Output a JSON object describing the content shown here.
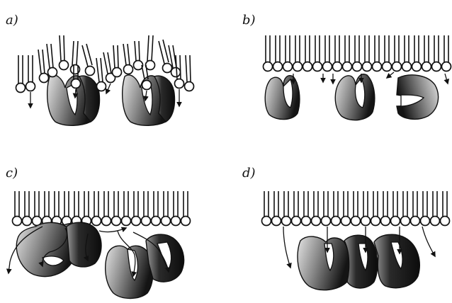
{
  "panels": [
    {
      "label": "a)"
    },
    {
      "label": "b)"
    },
    {
      "label": "c)"
    },
    {
      "label": "d)"
    }
  ],
  "colors": {
    "ink": "#111111",
    "shade_dark": "#1a1a1a",
    "shade_light": "#d9d9d9",
    "background": "#ffffff"
  }
}
